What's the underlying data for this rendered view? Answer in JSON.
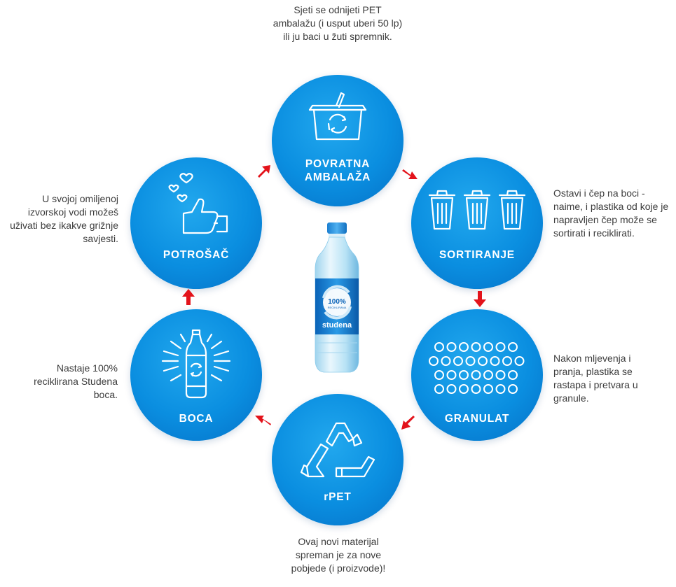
{
  "steps": [
    {
      "label": "POVRATNA AMBALAŽA",
      "icon": "recycling-bin-icon",
      "description": "Sjeti se odnijeti PET ambalažu (i usput uberi 50 lp) ili ju baci u žuti spremnik."
    },
    {
      "label": "SORTIRANJE",
      "icon": "trash-cans-icon",
      "description": "Ostavi i čep na boci - naime, i plastika od koje je napravljen čep može se sortirati i reciklirati."
    },
    {
      "label": "GRANULAT",
      "icon": "granules-icon",
      "description": "Nakon mljevenja i pranja, plastika se rastapa i pretvara u granule."
    },
    {
      "label": "rPET",
      "icon": "recycle-bottles-icon",
      "description": "Ovaj novi materijal spreman je za nove pobjede (i proizvode)!"
    },
    {
      "label": "BOCA",
      "icon": "bottle-icon",
      "description": "Nastaje 100% reciklirana Studena boca."
    },
    {
      "label": "POTROŠAČ",
      "icon": "thumbs-up-hearts-icon",
      "description": "U svojoj omiljenoj izvorskoj vodi možeš uživati bez ikakve grižnje savjesti."
    }
  ],
  "bottle": {
    "badge": "100%",
    "badge_sub": "RECIKLIRANA",
    "brand": "studena"
  },
  "colors": {
    "circle": "#0a8ee0",
    "arrow": "#e3131b",
    "text": "#3c3c3c"
  }
}
